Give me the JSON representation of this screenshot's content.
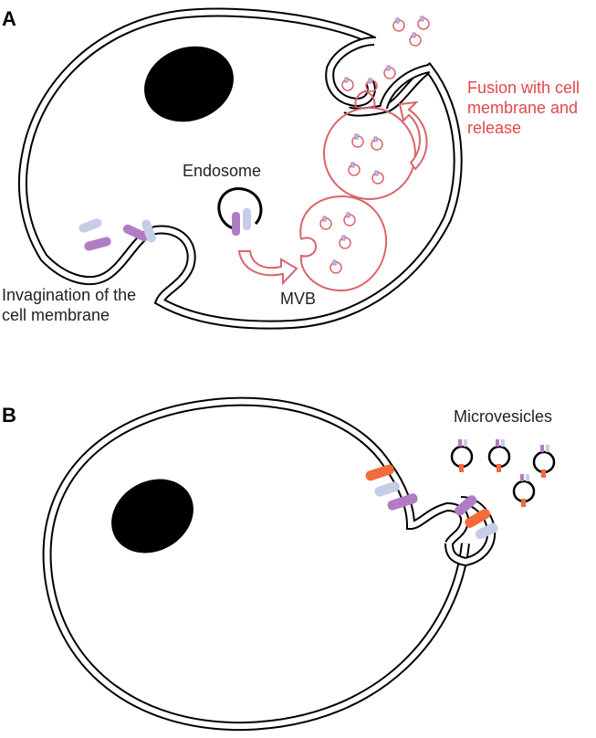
{
  "panel_a": {
    "letter": "A",
    "labels": {
      "fusion": [
        "Fusion with cell",
        "membrane and",
        "release"
      ],
      "endosome": "Endosome",
      "invagination": [
        "Invagination of the",
        "cell membrane"
      ],
      "mvb": "MVB"
    }
  },
  "panel_b": {
    "letter": "B",
    "labels": {
      "microvesicles": "Microvesicles"
    }
  },
  "colors": {
    "membrane": "#000000",
    "nucleus": "#000000",
    "exosome_path": "#d9646a",
    "red_text": "#e0474c",
    "protein_purple": "#b07cc6",
    "protein_lightblue": "#c6cde6",
    "protein_orange": "#f26b3a"
  }
}
